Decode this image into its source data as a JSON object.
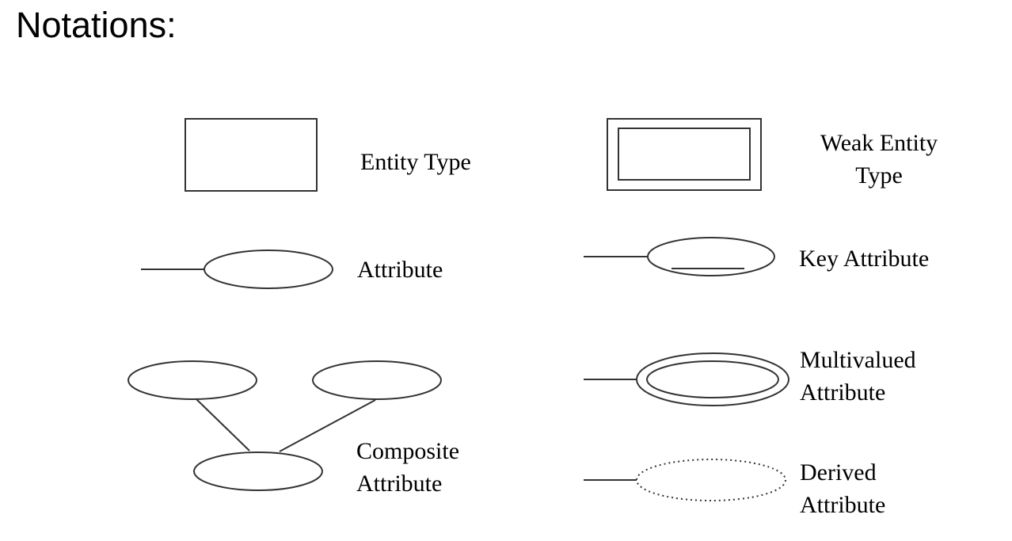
{
  "title": "Notations:",
  "notations": {
    "entity_type": {
      "label": "Entity Type"
    },
    "weak_entity_type": {
      "label_line1": "Weak Entity",
      "label_line2": "Type"
    },
    "attribute": {
      "label": "Attribute"
    },
    "key_attribute": {
      "label": "Key Attribute"
    },
    "composite_attribute": {
      "label_line1": "Composite",
      "label_line2": "Attribute"
    },
    "multivalued_attribute": {
      "label_line1": "Multivalued",
      "label_line2": "Attribute"
    },
    "derived_attribute": {
      "label_line1": "Derived",
      "label_line2": "Attribute"
    }
  },
  "colors": {
    "stroke": "#333333",
    "text": "#000000",
    "background": "#ffffff"
  }
}
